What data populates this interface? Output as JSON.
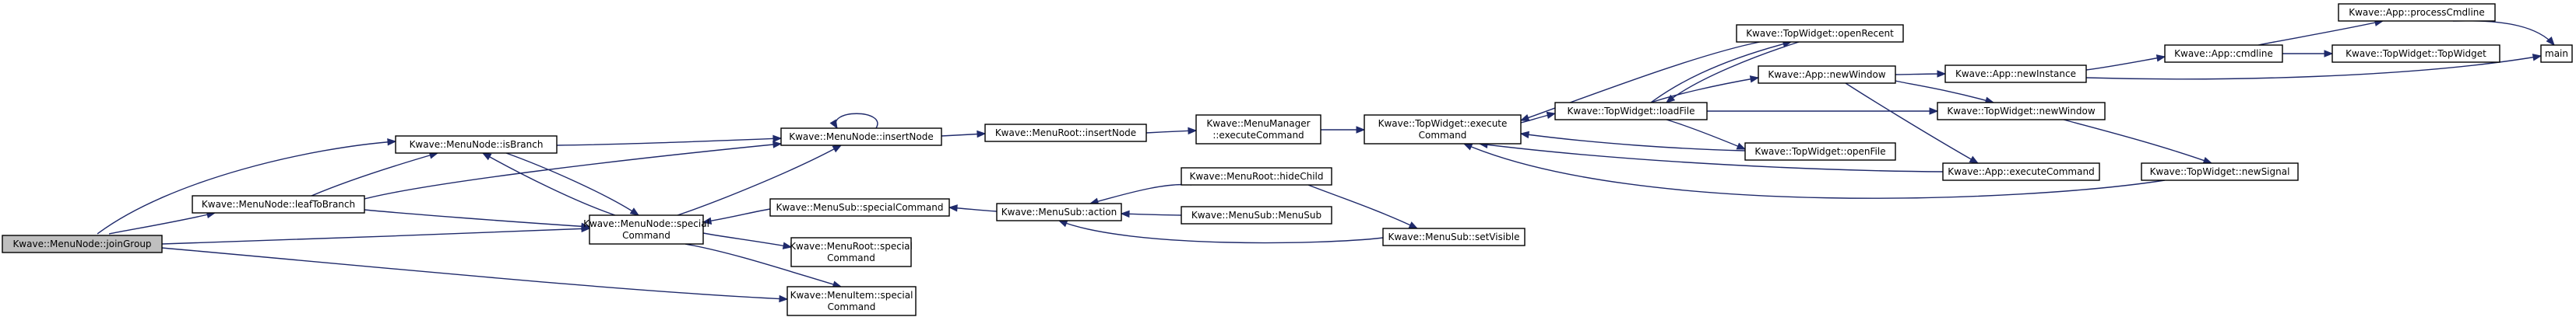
{
  "graph": {
    "nodes": [
      {
        "id": "joinGroup",
        "lines": [
          "Kwave::MenuNode::joinGroup"
        ],
        "root": true
      },
      {
        "id": "isBranch",
        "lines": [
          "Kwave::MenuNode::isBranch"
        ]
      },
      {
        "id": "leafToBranch",
        "lines": [
          "Kwave::MenuNode::leafToBranch"
        ]
      },
      {
        "id": "specialCommandNode",
        "lines": [
          "Kwave::MenuNode::special",
          "Command"
        ]
      },
      {
        "id": "insertNode",
        "lines": [
          "Kwave::MenuNode::insertNode"
        ]
      },
      {
        "id": "menuRootInsertNode",
        "lines": [
          "Kwave::MenuRoot::insertNode"
        ]
      },
      {
        "id": "executeCommandMgr",
        "lines": [
          "Kwave::MenuManager",
          "::executeCommand"
        ]
      },
      {
        "id": "twExecuteCommand",
        "lines": [
          "Kwave::TopWidget::execute",
          "Command"
        ]
      },
      {
        "id": "twOpenRecent",
        "lines": [
          "Kwave::TopWidget::openRecent"
        ]
      },
      {
        "id": "twLoadFile",
        "lines": [
          "Kwave::TopWidget::loadFile"
        ]
      },
      {
        "id": "twOpenFile",
        "lines": [
          "Kwave::TopWidget::openFile"
        ]
      },
      {
        "id": "appNewWindow",
        "lines": [
          "Kwave::App::newWindow"
        ]
      },
      {
        "id": "appNewInstance",
        "lines": [
          "Kwave::App::newInstance"
        ]
      },
      {
        "id": "appCmdline",
        "lines": [
          "Kwave::App::cmdline"
        ]
      },
      {
        "id": "appProcessCmdline",
        "lines": [
          "Kwave::App::processCmdline"
        ]
      },
      {
        "id": "twTopWidget",
        "lines": [
          "Kwave::TopWidget::TopWidget"
        ]
      },
      {
        "id": "main",
        "lines": [
          "main"
        ]
      },
      {
        "id": "twNewWindow",
        "lines": [
          "Kwave::TopWidget::newWindow"
        ]
      },
      {
        "id": "appExecuteCommand",
        "lines": [
          "Kwave::App::executeCommand"
        ]
      },
      {
        "id": "twNewSignal",
        "lines": [
          "Kwave::TopWidget::newSignal"
        ]
      },
      {
        "id": "menuSubSpecialCommand",
        "lines": [
          "Kwave::MenuSub::specialCommand"
        ]
      },
      {
        "id": "menuSubAction",
        "lines": [
          "Kwave::MenuSub::action"
        ]
      },
      {
        "id": "menuRootHideChild",
        "lines": [
          "Kwave::MenuRoot::hideChild"
        ]
      },
      {
        "id": "menuSubMenuSub",
        "lines": [
          "Kwave::MenuSub::MenuSub"
        ]
      },
      {
        "id": "menuSubSetVisible",
        "lines": [
          "Kwave::MenuSub::setVisible"
        ]
      },
      {
        "id": "menuRootSpecialCommand",
        "lines": [
          "Kwave::MenuRoot::special",
          "Command"
        ]
      },
      {
        "id": "menuItemSpecialCommand",
        "lines": [
          "Kwave::MenuItem::special",
          "Command"
        ]
      }
    ]
  }
}
